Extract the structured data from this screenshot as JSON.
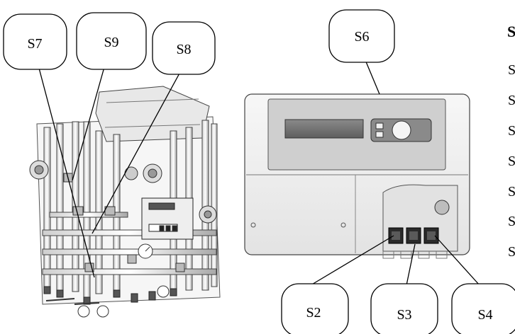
{
  "callouts": {
    "s7": "S7",
    "s9": "S9",
    "s8": "S8",
    "s6": "S6",
    "s2": "S2",
    "s3": "S3",
    "s4": "S4"
  },
  "legend": {
    "heading": "S",
    "items": [
      "S",
      "S",
      "S",
      "S",
      "S",
      "S",
      "S"
    ]
  },
  "colors": {
    "line": "#000000",
    "controller_body": "#f2f2f2",
    "controller_display": "#6e6e6e",
    "controller_panel": "#e4e4e4",
    "controller_switch": "#2a2a2a"
  }
}
